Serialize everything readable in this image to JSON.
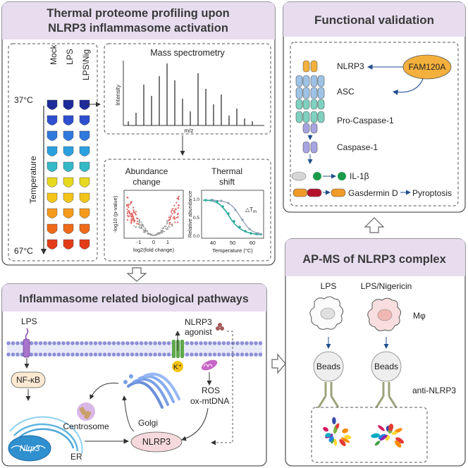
{
  "panels": {
    "tpp": {
      "title_line1": "Thermal proteome profiling upon",
      "title_line2": "NLRP3 inflammasome activation",
      "conditions": [
        "Mock",
        "LPS",
        "LPS\\Nig"
      ],
      "temp_top": "37°C",
      "temp_bottom": "67°C",
      "temp_axis": "Temperature",
      "ms_title": "Mass spectrometry",
      "ms_ylabel": "Intensity",
      "ms_xlabel": "m/z",
      "abundance_title_1": "Abundance",
      "abundance_title_2": "change",
      "volcano_ylabel": "-log10 (p-value)",
      "volcano_xlabel": "log2(fold change)",
      "volcano_ticks": [
        "-1",
        "0",
        "1"
      ],
      "thermal_title_1": "Thermal",
      "thermal_title_2": "shift",
      "melt_ylabel": "Relative abundance",
      "melt_xlabel": "Temperature (°C)",
      "melt_yticks": [
        "0.0",
        "0.5",
        "1.0"
      ],
      "melt_xticks": [
        "40",
        "50",
        "60"
      ],
      "delta_label": "△T",
      "delta_sub": "m"
    },
    "validation": {
      "title": "Functional validation",
      "fam": "FAM120A",
      "nlrp3": "NLRP3",
      "asc": "ASC",
      "procasp": "Pro-Caspase-1",
      "casp": "Caspase-1",
      "il1b": "IL-1β",
      "gsdmd": "Gasdermin D",
      "pyro": "Pyroptosis"
    },
    "pathways": {
      "title": "Inflammasome related biological pathways",
      "lps": "LPS",
      "agonist_1": "NLRP3",
      "agonist_2": "agonist",
      "nfkb": "NF-κB",
      "k_ion": "K⁺",
      "ros": "ROS",
      "oxmtdna": "ox-mtDNA",
      "centrosome": "Centrosome",
      "golgi": "Golgi",
      "gene": "Nlrp3",
      "er": "ER",
      "nlrp3": "NLRP3"
    },
    "apms": {
      "title": "AP-MS of NLRP3 complex",
      "lps": "LPS",
      "lps_nig": "LPS/Nigericin",
      "cell": "Mφ",
      "beads1": "Beads",
      "beads2": "Beads",
      "antibody": "anti-NLRP3"
    }
  },
  "colors": {
    "panel_header": "#e7ddef",
    "panel_border": "#5a5a5a",
    "fam": "#f4b03c",
    "asc": "#9ec3e6",
    "procasp": "#7fd1c0",
    "casp": "#a6a4e0",
    "nlrp3_node": "#f6d9dc",
    "membrane": "#8c8fd6",
    "arrow": "#1f4e8c"
  }
}
